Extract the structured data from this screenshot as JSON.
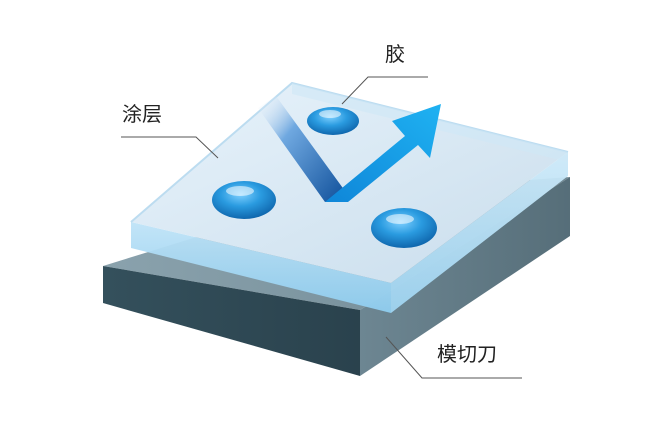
{
  "labels": {
    "glue": "胶",
    "coating": "涂层",
    "die_cutter": "模切刀"
  },
  "colors": {
    "background": "#ffffff",
    "coating_top": "#dbe9f5",
    "coating_edge": "#a9d8f3",
    "base_top": "#7c95a0",
    "base_front": "#2f4a55",
    "base_side": "#5f7883",
    "droplet": "#1e93d8",
    "arrow_out": "#1aa3ea",
    "arrow_in": "#1565b8",
    "leader_line": "#555555",
    "label_text": "#222222"
  }
}
